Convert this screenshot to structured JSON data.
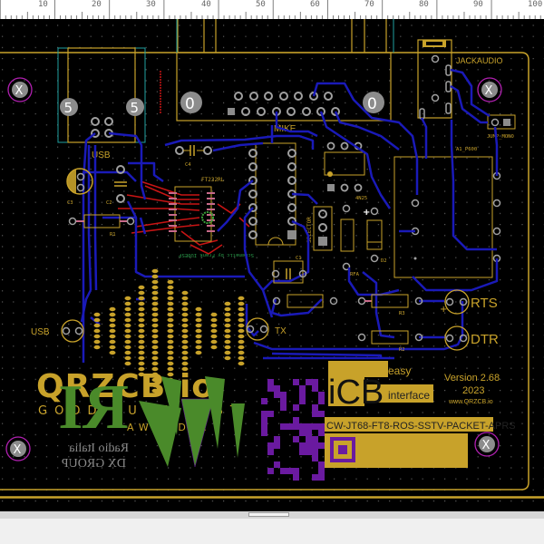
{
  "ruler": {
    "ticks": [
      "10",
      "20",
      "30",
      "40",
      "50",
      "60",
      "70",
      "80",
      "90",
      "100"
    ]
  },
  "board": {
    "colors": {
      "background": "#000000",
      "silkscreen": "#c8a22a",
      "copper_back": "#1a1ab8",
      "copper_front": "#c81414",
      "mounting_hole_ring": "#b020b0",
      "pad": "#a0a0a0",
      "courtyard": "#1fa0a0",
      "logo_green": "#4a8a2a",
      "qr_purple": "#6a1aa0"
    },
    "labels": {
      "usb_connector": "USB",
      "mike_connector": "MIKE",
      "jackaudio": "JACKAUDIO",
      "jump_mono": "JUMP_MONO",
      "transformer": "A1_P600",
      "ic_ft232": "FT232RL",
      "pcb_credit": "Schematic by Frank IU0ESP",
      "selector": "SELECTOR",
      "c1": "C1",
      "c2": "C2",
      "c3": "C3",
      "c4": "C4",
      "r1": "R1",
      "r2": "R2",
      "r3": "R3",
      "rfa": "RFA",
      "d2": "D2",
      "ne": "4N25",
      "led_usb": "USB",
      "led_tx": "TX",
      "led_rts": "RTS",
      "led_dtr": "DTR",
      "mount_x": "X",
      "pad_5": "5",
      "pad_0": "0"
    },
    "logo": {
      "qrzcb": "QRZCB.io",
      "tagline": "GOOD LUCK BEST",
      "awards": "AWARDS!",
      "ri": "RI",
      "radio_italia": "Radio Italia",
      "dx_group": "DX GROUP"
    },
    "icb": {
      "big": "iCB",
      "easy": "easy",
      "interface": "interface",
      "modes": "CW-JT68-FT8-ROS-SSTV-PACKET-APRS"
    },
    "version": {
      "line1": "Version 2.68",
      "line2": "2023",
      "line3": "www.QRZCB.io"
    }
  }
}
